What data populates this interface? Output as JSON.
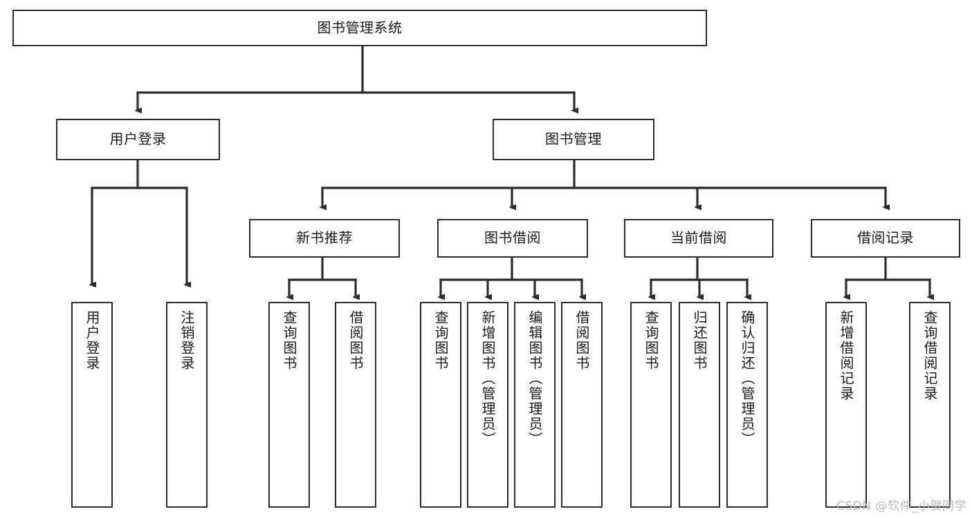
{
  "diagram": {
    "type": "tree",
    "title": "图书管理系统",
    "colors": {
      "background": "#ffffff",
      "box_border": "#2b2b2b",
      "box_fill": "#ffffff",
      "connector": "#2b2b2b",
      "text": "#1a1a1a",
      "watermark": "#b9b9b9"
    },
    "root": {
      "label": "图书管理系统",
      "orientation": "horizontal"
    },
    "level2": [
      {
        "label": "用户登录",
        "orientation": "horizontal"
      },
      {
        "label": "图书管理",
        "orientation": "horizontal"
      }
    ],
    "level3": [
      {
        "label": "新书推荐",
        "orientation": "horizontal"
      },
      {
        "label": "图书借阅",
        "orientation": "horizontal"
      },
      {
        "label": "当前借阅",
        "orientation": "horizontal"
      },
      {
        "label": "借阅记录",
        "orientation": "horizontal"
      }
    ],
    "leaves": {
      "user_login": [
        {
          "label": "用户登录",
          "orientation": "vertical"
        },
        {
          "label": "注销登录",
          "orientation": "vertical"
        }
      ],
      "new_book_recommend": [
        {
          "label": "查询图书",
          "orientation": "vertical"
        },
        {
          "label": "借阅图书",
          "orientation": "vertical"
        }
      ],
      "book_borrow": [
        {
          "label": "查询图书",
          "orientation": "vertical"
        },
        {
          "label": "新增图书（管理员）",
          "orientation": "vertical"
        },
        {
          "label": "编辑图书（管理员）",
          "orientation": "vertical"
        },
        {
          "label": "借阅图书",
          "orientation": "vertical"
        }
      ],
      "current_borrow": [
        {
          "label": "查询图书",
          "orientation": "vertical"
        },
        {
          "label": "归还图书",
          "orientation": "vertical"
        },
        {
          "label": "确认归还（管理员）",
          "orientation": "vertical"
        }
      ],
      "borrow_record": [
        {
          "label": "新增借阅记录",
          "orientation": "vertical"
        },
        {
          "label": "查询借阅记录",
          "orientation": "vertical"
        }
      ]
    }
  },
  "watermark": {
    "text": "CSDN @软件_小贺同学"
  }
}
